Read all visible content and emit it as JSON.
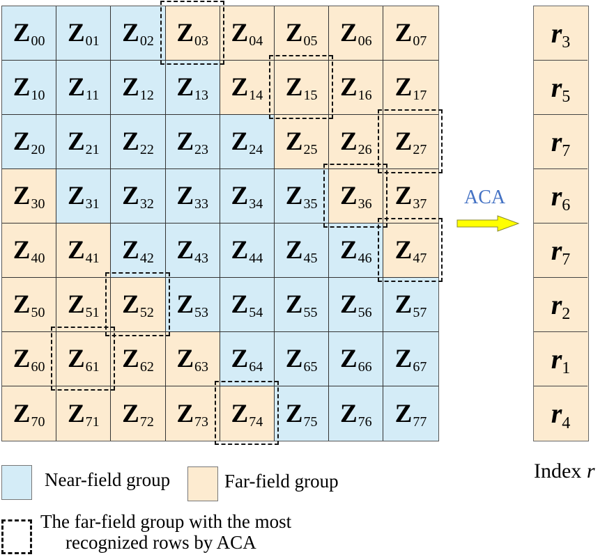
{
  "matrix": {
    "symbol": "Z",
    "rows": [
      [
        "N",
        "N",
        "N",
        "F",
        "F",
        "F",
        "F",
        "F"
      ],
      [
        "N",
        "N",
        "N",
        "N",
        "F",
        "F",
        "F",
        "F"
      ],
      [
        "N",
        "N",
        "N",
        "N",
        "N",
        "F",
        "F",
        "F"
      ],
      [
        "F",
        "N",
        "N",
        "N",
        "N",
        "N",
        "F",
        "F"
      ],
      [
        "F",
        "F",
        "N",
        "N",
        "N",
        "N",
        "N",
        "F"
      ],
      [
        "F",
        "F",
        "F",
        "N",
        "N",
        "N",
        "N",
        "N"
      ],
      [
        "F",
        "F",
        "F",
        "F",
        "N",
        "N",
        "N",
        "N"
      ],
      [
        "F",
        "F",
        "F",
        "F",
        "F",
        "N",
        "N",
        "N"
      ]
    ],
    "highlighted": [
      [
        0,
        3
      ],
      [
        1,
        5
      ],
      [
        2,
        7
      ],
      [
        3,
        6
      ],
      [
        4,
        7
      ],
      [
        5,
        2
      ],
      [
        6,
        1
      ],
      [
        7,
        4
      ]
    ]
  },
  "arrow_label": "ACA",
  "index_column": {
    "symbol": "r",
    "values": [
      "3",
      "5",
      "7",
      "6",
      "7",
      "2",
      "1",
      "4"
    ],
    "caption_prefix": "Index",
    "caption_symbol": "r"
  },
  "legend": {
    "near": "Near-field group",
    "far": "Far-field group",
    "dashed_line1": "The far-field group with the most",
    "dashed_line2": "recognized rows by ACA"
  },
  "colors": {
    "near": "#d4ecf7",
    "far": "#fdebd0",
    "aca": "#4472c4",
    "arrow": "#ffff00"
  }
}
